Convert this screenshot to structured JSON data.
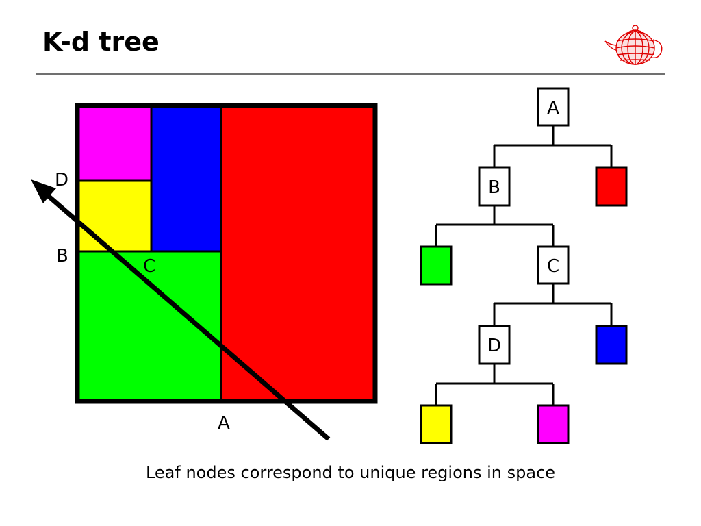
{
  "title": "K-d tree",
  "caption": "Leaf nodes correspond to unique regions in space",
  "space_labels": {
    "a": "A",
    "b": "B",
    "c": "C",
    "d": "D"
  },
  "tree_nodes": {
    "a": "A",
    "b": "B",
    "c": "C",
    "d": "D"
  },
  "colors": {
    "magenta": "#ff00ff",
    "blue": "#0000ff",
    "red": "#ff0000",
    "yellow": "#ffff00",
    "green": "#00ff00",
    "rule": "#707070"
  },
  "icons": {
    "logo": "teapot-icon"
  }
}
